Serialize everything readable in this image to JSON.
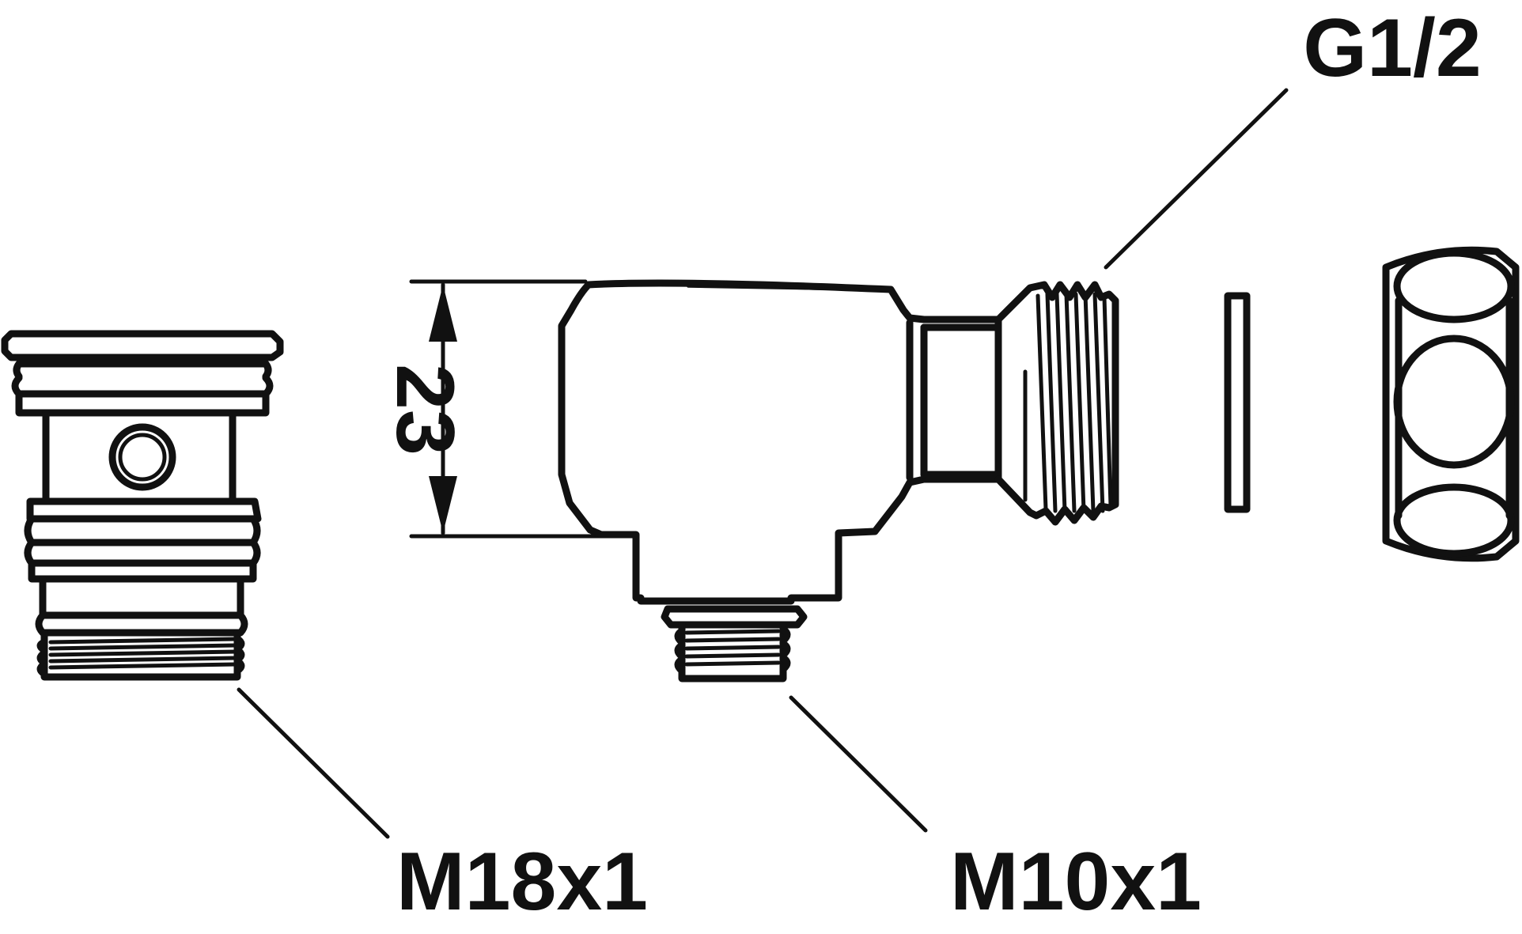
{
  "labels": {
    "thread_top_right": "G1/2",
    "thread_left": "M18x1",
    "thread_bottom": "M10x1",
    "dimension": "23"
  },
  "colors": {
    "line": "#111111",
    "background": "#ffffff"
  }
}
